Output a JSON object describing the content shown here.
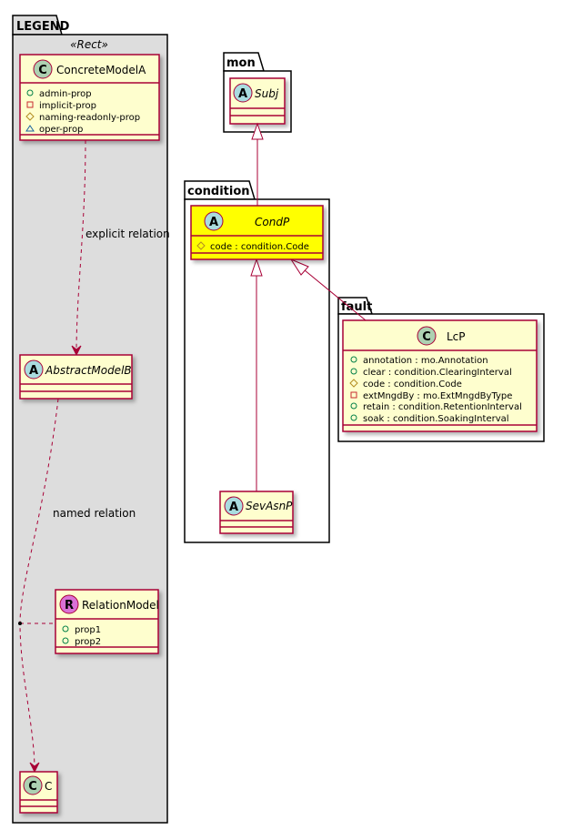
{
  "colors": {
    "class_fill": "#FEFECE",
    "border": "#A80036",
    "highlight": "#FFFF00",
    "legend_fill": "#DDDDDD",
    "class_icon": "#ADD1B2",
    "abstract_icon": "#A9DCDF",
    "relation_icon": "#DA70D6",
    "public": "#038048",
    "private": "#C82930",
    "protected": "#B38D22",
    "package": "#1963A0"
  },
  "legend": {
    "title": "LEGEND",
    "stereotype": "«Rect»",
    "concrete": {
      "icon": "C",
      "name": "ConcreteModelA",
      "attrs": [
        "admin-prop",
        "implicit-prop",
        "naming-readonly-prop",
        "oper-prop"
      ]
    },
    "explicit_label": "explicit relation",
    "abstract": {
      "icon": "A",
      "name": "AbstractModelB"
    },
    "named_label": "named relation",
    "relation": {
      "icon": "R",
      "name": "RelationModel",
      "attrs": [
        "prop1",
        "prop2"
      ]
    },
    "target": {
      "icon": "C",
      "name": "C"
    }
  },
  "mon": {
    "title": "mon",
    "subj": {
      "icon": "A",
      "name": "Subj"
    }
  },
  "condition": {
    "title": "condition",
    "condp": {
      "icon": "A",
      "name": "CondP",
      "attrs": [
        "code : condition.Code"
      ]
    },
    "sevasnp": {
      "icon": "A",
      "name": "SevAsnP"
    }
  },
  "fault": {
    "title": "fault",
    "lcp": {
      "icon": "C",
      "name": "LcP",
      "attrs": [
        "annotation : mo.Annotation",
        "clear : condition.ClearingInterval",
        "code : condition.Code",
        "extMngdBy : mo.ExtMngdByType",
        "retain : condition.RetentionInterval",
        "soak : condition.SoakingInterval"
      ]
    }
  }
}
